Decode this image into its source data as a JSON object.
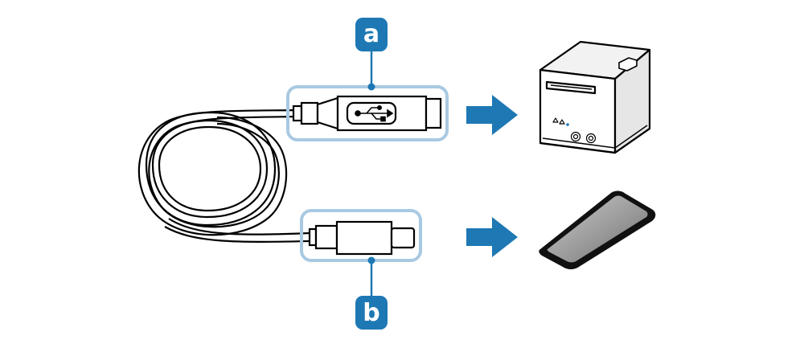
{
  "callouts": {
    "a": {
      "label": "a",
      "target": "usb-type-b-connector"
    },
    "b": {
      "label": "b",
      "target": "usb-type-c-connector"
    }
  },
  "destinations": {
    "top": "printer-icon",
    "bottom": "smartphone-icon"
  },
  "icons": {
    "usb_symbol": "usb-icon",
    "arrow": "arrow-right-icon"
  },
  "colors": {
    "accent": "#1E78B4",
    "highlight_frame": "#A9C9E2",
    "outline": "#000000",
    "screen": "#8E8E8E"
  }
}
